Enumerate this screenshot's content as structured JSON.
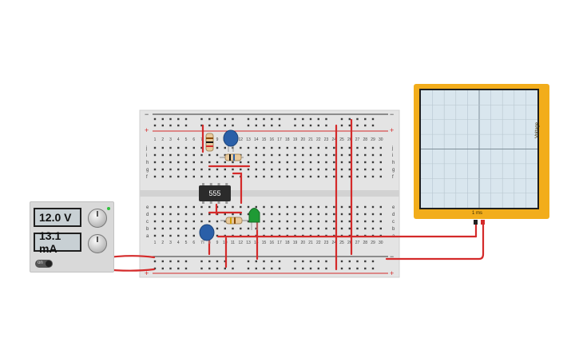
{
  "power_supply": {
    "voltage_display": "12.0 V",
    "current_display": "13.1 mA",
    "power_switch_label": "on"
  },
  "timer_chip": {
    "label": "555"
  },
  "oscilloscope": {
    "vertical_label": "Voltage",
    "time_label": "1 ms"
  },
  "breadboard": {
    "columns": [
      "1",
      "2",
      "3",
      "4",
      "5",
      "6",
      "7",
      "8",
      "9",
      "10",
      "11",
      "12",
      "13",
      "14",
      "15",
      "16",
      "17",
      "18",
      "19",
      "20",
      "21",
      "22",
      "23",
      "24",
      "25",
      "26",
      "27",
      "28",
      "29",
      "30"
    ],
    "row_letters_top": [
      "j",
      "i",
      "h",
      "g",
      "f"
    ],
    "row_letters_bottom": [
      "e",
      "d",
      "c",
      "b",
      "a"
    ],
    "rail_plus": "+",
    "rail_minus": "−"
  },
  "colors": {
    "wire": "#d42a2a",
    "board": "#e4e4e4",
    "led": "#1f9a35",
    "capacitor": "#2a5fa8",
    "scope_frame": "#f2ad1b"
  },
  "icons": [
    "power-knob-icon",
    "led-icon",
    "capacitor-icon",
    "resistor-icon",
    "probe-icon"
  ]
}
